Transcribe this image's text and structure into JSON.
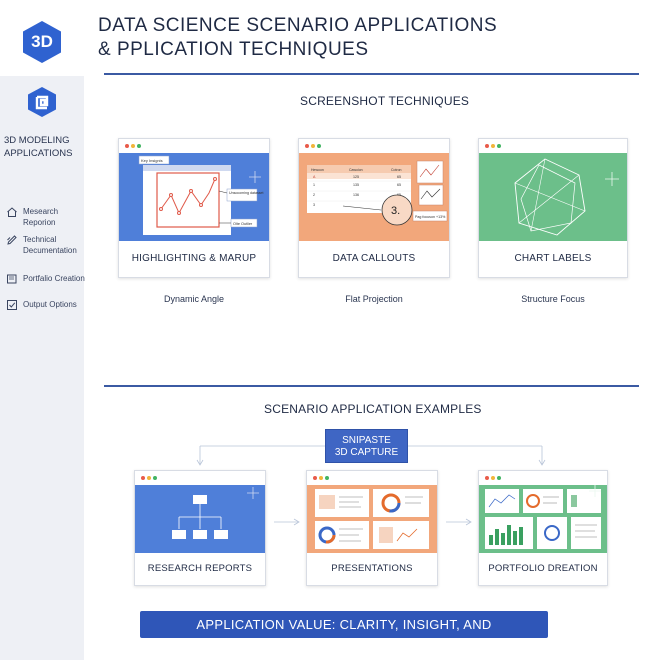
{
  "header": {
    "logo_text": "3D",
    "title_line1": "DATA SCIENCE SCENARIO APPLICATIONS",
    "title_line2": "& PPLICATION TECHNIQUES"
  },
  "sidebar": {
    "heading_line1": "3D MODELING",
    "heading_line2": "APPLICATIONS",
    "items": [
      {
        "label_line1": "Mesearch Reporion",
        "label_line2": "",
        "icon": "home-icon"
      },
      {
        "label_line1": "Technical",
        "label_line2": "Decumentation",
        "icon": "pen-icon"
      },
      {
        "label_line1": "Portfalio Creation",
        "label_line2": "",
        "icon": "folder-icon"
      },
      {
        "label_line1": "Output Options",
        "label_line2": "",
        "icon": "checkbox-icon"
      }
    ]
  },
  "techniques": {
    "heading": "SCREENSHOT TECHNIQUES",
    "cards": [
      {
        "caption": "HIGHLIGHTING & MARUP",
        "sub": "Dynamic Angle",
        "panel_color": "#4f7fd9",
        "callouts": [
          "Key Insignis",
          "Unsocoming datasset",
          "Olte Outlier"
        ]
      },
      {
        "caption": "DATA CALLOUTS",
        "sub": "Flat Projection",
        "panel_color": "#f2a77b",
        "table_headers": [
          "Hewoon",
          "Cawoion",
          "Cotron"
        ],
        "table_rows": [
          [
            "A",
            "125",
            "65"
          ],
          [
            "1",
            "135",
            "65"
          ],
          [
            "2",
            "136",
            "65"
          ],
          [
            "3",
            "",
            "28"
          ]
        ],
        "number_callout": "3.",
        "annotation": "Pag focuson +13%"
      },
      {
        "caption": "CHART LABELS",
        "sub": "Structure Focus",
        "panel_color": "#6cbf8a"
      }
    ]
  },
  "scenarios": {
    "heading": "SCENARIO APPLICATION EXAMPLES",
    "center_box_line1": "SNIPASTE",
    "center_box_line2": "3D CAPTURE",
    "cards": [
      {
        "caption": "RESEARCH REPORTS",
        "panel_color": "#4f7fd9"
      },
      {
        "caption": "PRESENTATIONS",
        "panel_color": "#f2a77b"
      },
      {
        "caption": "PORTFOLIO DREATION",
        "panel_color": "#6cbf8a"
      }
    ]
  },
  "footer": {
    "banner": "APPLICATION VALUE: CLARITY, INSIGHT, AND COMMUNICATION"
  },
  "colors": {
    "accent": "#3b5aa3",
    "banner": "#2f56b8",
    "blue_panel": "#4f7fd9",
    "orange_panel": "#f2a77b",
    "green_panel": "#6cbf8a"
  }
}
